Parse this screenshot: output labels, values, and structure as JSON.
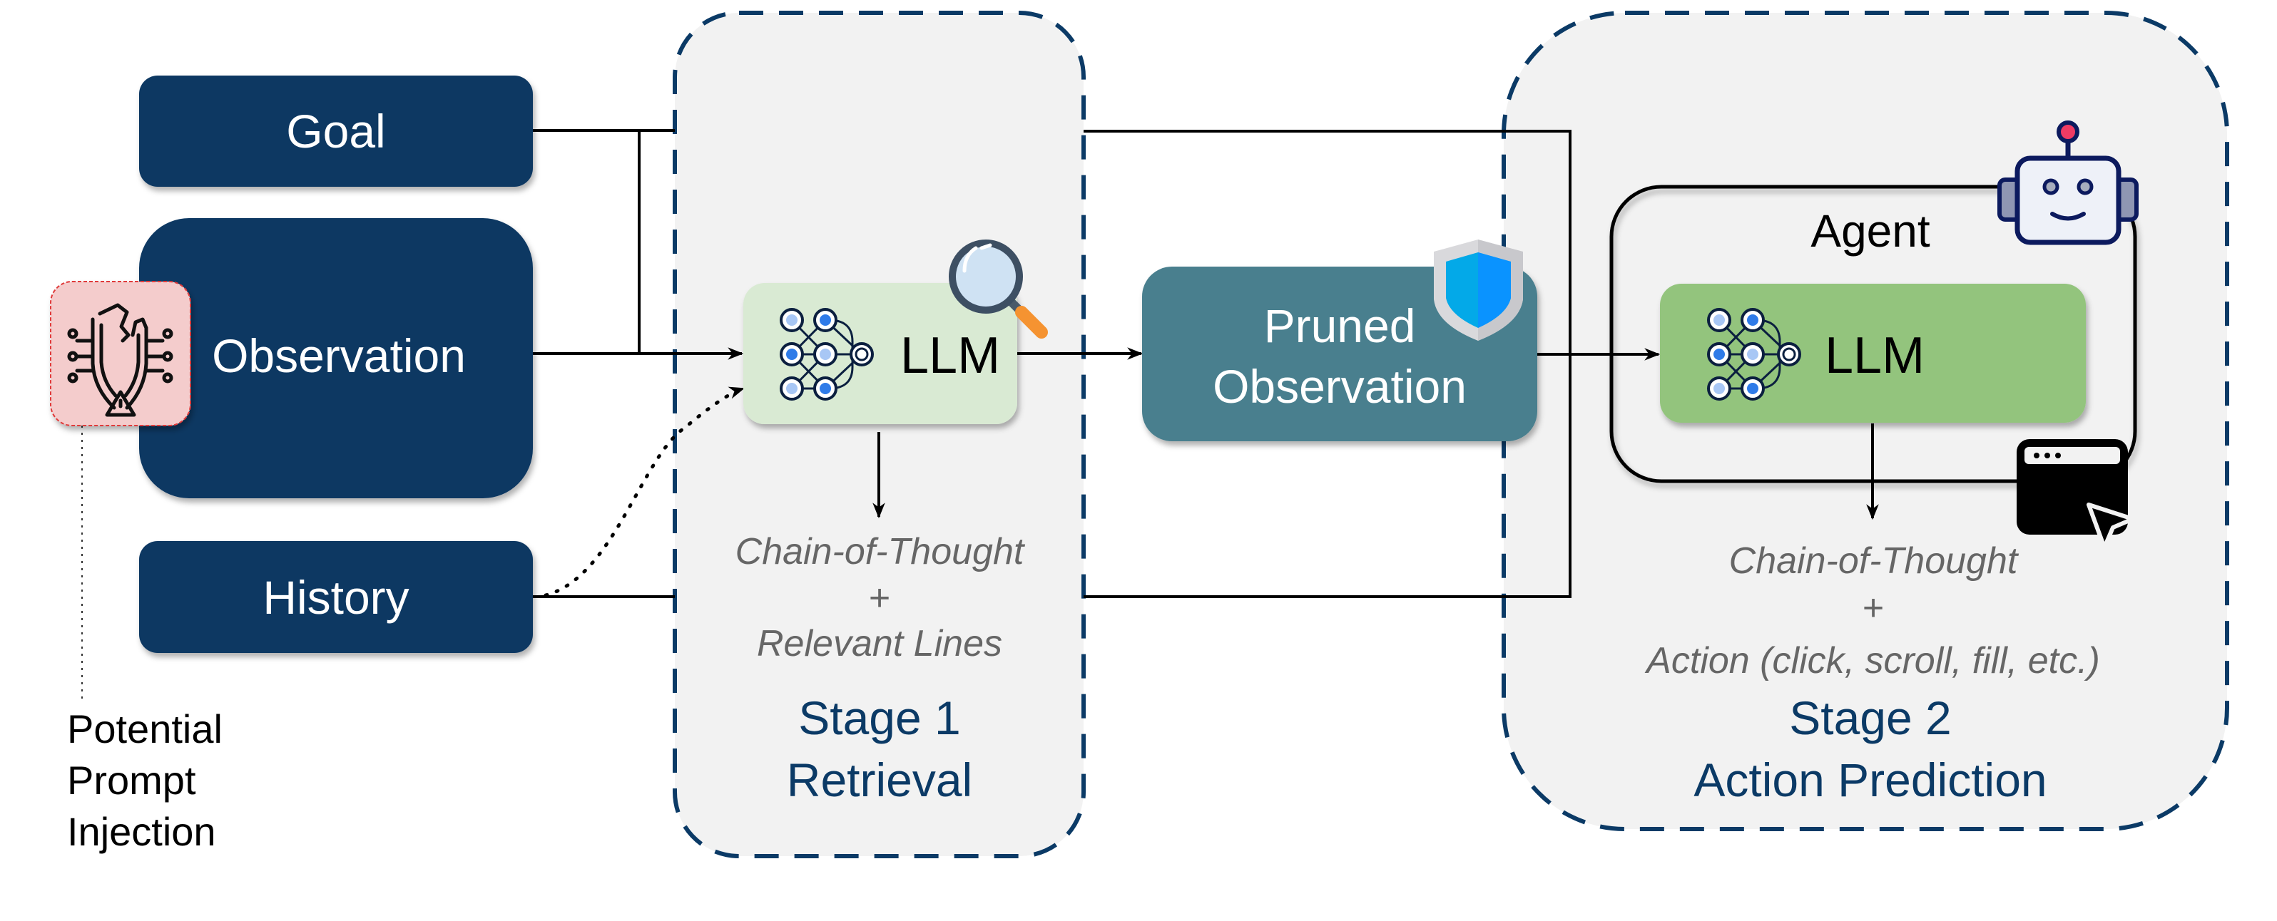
{
  "figure": {
    "inputs": {
      "goal": "Goal",
      "observation": "Observation",
      "history": "History"
    },
    "injection": {
      "icon": "broken-shield-circuit-warning-icon",
      "label_lines": [
        "Potential",
        "Prompt",
        "Injection"
      ]
    },
    "stage1": {
      "llm_label": "LLM",
      "llm_icon": "neural-network-icon",
      "badge_icon": "magnifier-icon",
      "output_line1": "Chain-of-Thought",
      "output_plus": "+",
      "output_line2": "Relevant Lines",
      "title_line1": "Stage 1",
      "title_line2": "Retrieval"
    },
    "pruned": {
      "line1": "Pruned",
      "line2": "Observation",
      "badge_icon": "shield-icon"
    },
    "stage2": {
      "agent_label": "Agent",
      "agent_icon": "robot-icon",
      "llm_label": "LLM",
      "llm_icon": "neural-network-icon",
      "browser_icon": "browser-cursor-icon",
      "output_line1": "Chain-of-Thought",
      "output_plus": "+",
      "output_line2": "Action (click, scroll, fill, etc.)",
      "title_line1": "Stage 2",
      "title_line2": "Action Prediction"
    },
    "colors": {
      "input_box": "#0b3762",
      "stage_border": "#0b3a66",
      "stage_fill": "#f2f2f2",
      "llm_stage1": "#d9ead3",
      "llm_stage2": "#93c47d",
      "pruned_box": "#4a7f8e",
      "injection_box": "#f4cccc",
      "output_text": "#666666"
    }
  }
}
